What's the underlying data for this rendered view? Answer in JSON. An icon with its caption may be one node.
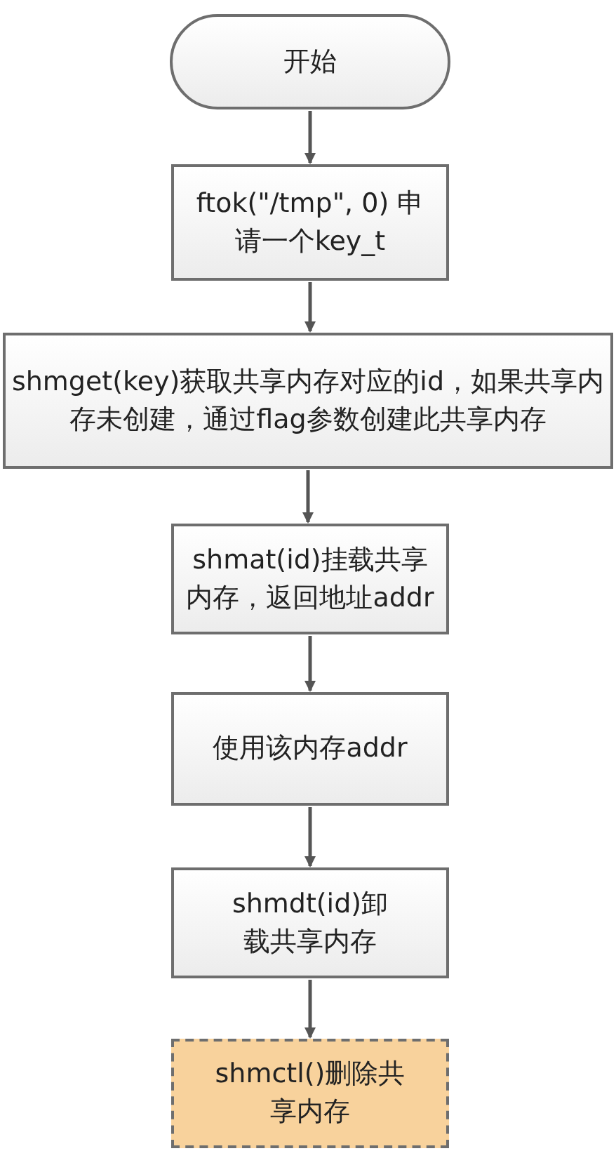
{
  "diagram": {
    "nodes": [
      {
        "text": [
          "开始"
        ]
      },
      {
        "text": [
          "ftok(\"/tmp\", 0) 申请一个key_t"
        ]
      },
      {
        "text": [
          "shmget(key)获取共享内存对应的id，如果共享内存未创建，通过flag参数创建此共享内存"
        ]
      },
      {
        "text": [
          "shmat(id)挂载共享内存，返回地址addr"
        ]
      },
      {
        "text": [
          "使用该内存addr"
        ]
      },
      {
        "text": [
          "shmdt(id)卸载共享内存"
        ]
      },
      {
        "text": [
          "shmctl()删除共享内存"
        ]
      }
    ],
    "edges": [
      {
        "from": 0,
        "to": 1,
        "arrow": "to"
      },
      {
        "from": 1,
        "to": 2,
        "arrow": "to"
      },
      {
        "from": 2,
        "to": 3,
        "arrow": "to"
      },
      {
        "from": 3,
        "to": 4,
        "arrow": "to"
      },
      {
        "from": 4,
        "to": 5,
        "arrow": "to"
      },
      {
        "from": 5,
        "to": 6,
        "arrow": "to"
      }
    ]
  }
}
